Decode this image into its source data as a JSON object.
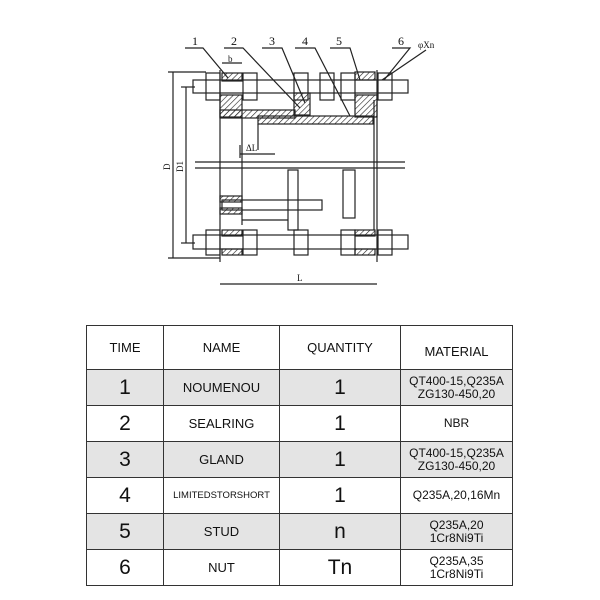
{
  "drawing": {
    "callouts": [
      "1",
      "2",
      "3",
      "4",
      "5",
      "6"
    ],
    "bolt_label": "φXn",
    "dim_b": "b",
    "dim_D": "D",
    "dim_D1": "D1",
    "dim_deltaL": "ΔL",
    "dim_L": "L"
  },
  "table": {
    "headers": [
      "TIME",
      "NAME",
      "QUANTITY",
      "MATERIAL"
    ],
    "rows": [
      {
        "time": "1",
        "name": "NOUMENOU",
        "quantity": "1",
        "material": [
          "QT400-15,Q235A",
          "ZG130-450,20"
        ]
      },
      {
        "time": "2",
        "name": "SEALRING",
        "quantity": "1",
        "material": [
          "NBR"
        ]
      },
      {
        "time": "3",
        "name": "GLAND",
        "quantity": "1",
        "material": [
          "QT400-15,Q235A",
          "ZG130-450,20"
        ]
      },
      {
        "time": "4",
        "name": "LIMITEDSTORSHORT",
        "quantity": "1",
        "material": [
          "Q235A,20,16Mn"
        ]
      },
      {
        "time": "5",
        "name": "STUD",
        "quantity": "n",
        "material": [
          "Q235A,20",
          "1Cr8Ni9Ti"
        ]
      },
      {
        "time": "6",
        "name": "NUT",
        "quantity": "Tn",
        "material": [
          "Q235A,35",
          "1Cr8Ni9Ti"
        ]
      }
    ]
  }
}
